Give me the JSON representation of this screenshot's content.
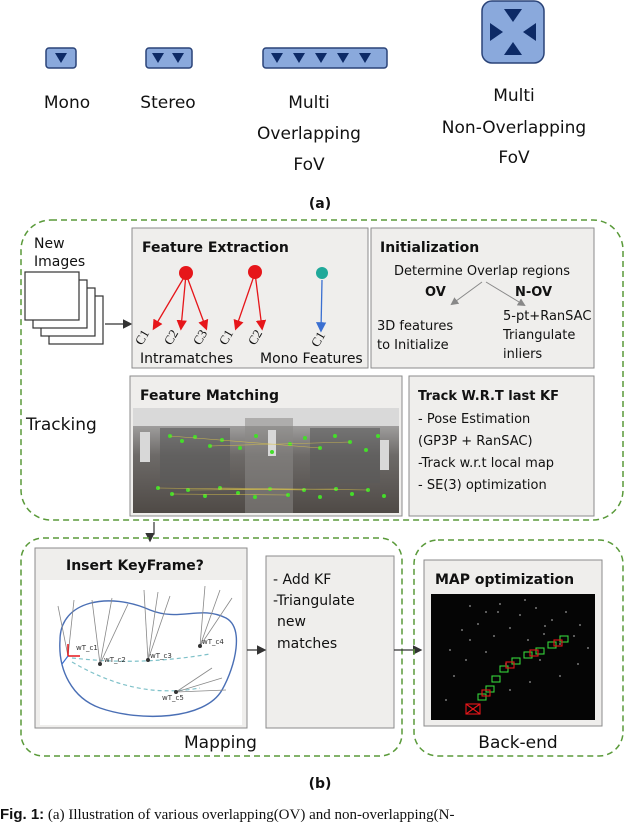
{
  "panel_a": {
    "cameras": [
      {
        "label": "Mono",
        "count": 1
      },
      {
        "label": "Stereo",
        "count": 2
      },
      {
        "label_lines": [
          "Multi",
          "Overlapping",
          "FoV"
        ],
        "count": 5
      },
      {
        "label_lines": [
          "Multi",
          "Non-Overlapping",
          "FoV"
        ],
        "count": 4
      }
    ],
    "sublabel": "(a)"
  },
  "panel_b": {
    "new_images_lines": [
      "New",
      "Images"
    ],
    "tracking_label": "Tracking",
    "feature_extraction": {
      "title": "Feature Extraction",
      "intramatches_label": "Intramatches",
      "mono_features_label": "Mono Features",
      "cam_labels": [
        "C1",
        "C2",
        "C3",
        "C1",
        "C2",
        "C1"
      ]
    },
    "initialization": {
      "title": "Initialization",
      "subtitle": "Determine Overlap regions",
      "ov_label": "OV",
      "nov_label": "N-OV",
      "ov_text_lines": [
        "3D features",
        "to Initialize"
      ],
      "nov_text_lines": [
        "5-pt+RanSAC",
        "Triangulate",
        "inliers"
      ]
    },
    "feature_matching": {
      "title": "Feature Matching"
    },
    "track": {
      "title": "Track W.R.T last KF",
      "lines": [
        "- Pose Estimation",
        "(GP3P + RanSAC)",
        "-Track w.r.t local map",
        "- SE(3) optimization"
      ]
    },
    "insert_keyframe": {
      "title": "Insert KeyFrame?",
      "pose_labels": [
        "wT_c1",
        "wT_c2",
        "wT_c3",
        "wT_c4",
        "wT_c5"
      ]
    },
    "mapping_steps": [
      "- Add KF",
      "-Triangulate",
      "new",
      "matches"
    ],
    "mapping_label": "Mapping",
    "map_optimization": {
      "title": "MAP optimization"
    },
    "backend_label": "Back-end",
    "sublabel": "(b)"
  },
  "caption": {
    "prefix": "Fig. 1:",
    "text": "(a) Illustration of various overlapping(OV) and non-overlapping(N-"
  },
  "colors": {
    "camera_fill": "#8aa9dc",
    "camera_border": "#2a4378",
    "camera_arrow": "#0d2a66",
    "dashed_border": "#5a9a3a",
    "box_fill": "#efeeec",
    "box_border": "#8b8b8b",
    "red_node": "#e6161a",
    "teal_node": "#20a99a",
    "blue_arrow": "#3a6fd1",
    "green_feature": "#44dd2a"
  }
}
